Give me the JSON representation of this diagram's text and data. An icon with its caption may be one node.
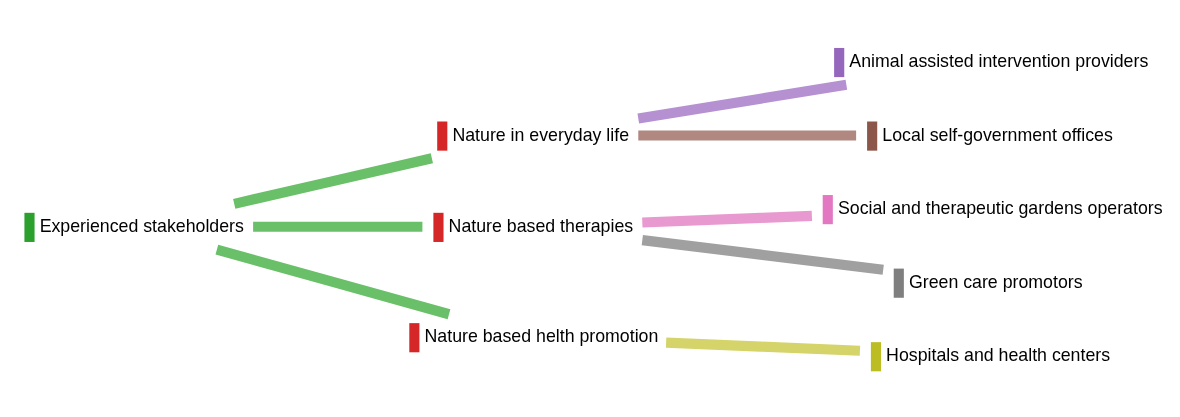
{
  "diagram": {
    "nodes": [
      {
        "text": [
          "Experienced stakeholders"
        ]
      },
      {
        "text": [
          "Nature in everyday life"
        ]
      },
      {
        "text": [
          "Nature based therapies"
        ]
      },
      {
        "text": [
          "Nature based helth promotion"
        ]
      },
      {
        "text": [
          "Animal assisted intervention providers"
        ]
      },
      {
        "text": [
          "Local self-government offices"
        ]
      },
      {
        "text": [
          "Social and therapeutic gardens operators"
        ]
      },
      {
        "text": [
          "Green care promotors"
        ]
      },
      {
        "text": [
          "Hospitals and health centers"
        ]
      }
    ],
    "edges": [
      {
        "from": 0,
        "to": 1,
        "arrow": "none",
        "color": "#6abf69"
      },
      {
        "from": 0,
        "to": 2,
        "arrow": "none",
        "color": "#6abf69"
      },
      {
        "from": 0,
        "to": 3,
        "arrow": "none",
        "color": "#6abf69"
      },
      {
        "from": 1,
        "to": 4,
        "arrow": "none",
        "color": "#b591d2"
      },
      {
        "from": 1,
        "to": 5,
        "arrow": "none",
        "color": "#b08880"
      },
      {
        "from": 2,
        "to": 6,
        "arrow": "none",
        "color": "#e89ad0"
      },
      {
        "from": 2,
        "to": 7,
        "arrow": "none",
        "color": "#a0a0a0"
      },
      {
        "from": 3,
        "to": 8,
        "arrow": "none",
        "color": "#d4d46a"
      }
    ]
  }
}
